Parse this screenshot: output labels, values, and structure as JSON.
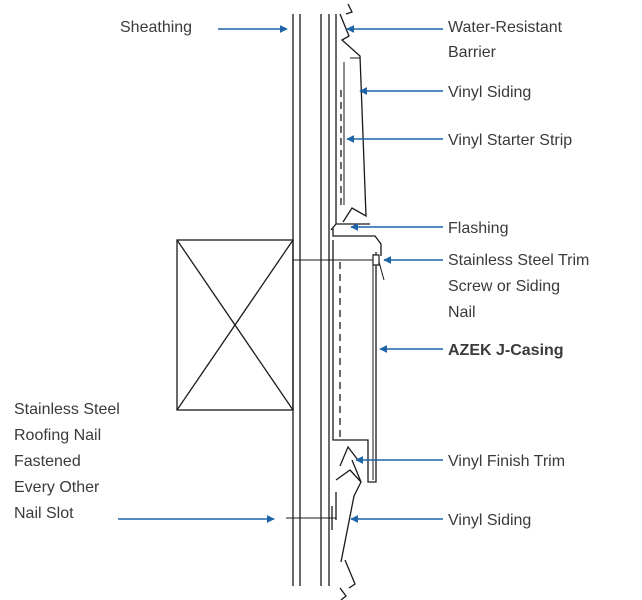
{
  "labels": {
    "sheathing": "Sheathing",
    "wrb": [
      "Water-Resistant",
      "Barrier"
    ],
    "vinyl_siding_top": "Vinyl Siding",
    "starter_strip": "Vinyl Starter Strip",
    "flashing": "Flashing",
    "trim_screw": [
      "Stainless Steel Trim",
      "Screw or Siding",
      "Nail"
    ],
    "j_casing": "AZEK J-Casing",
    "finish_trim": "Vinyl Finish Trim",
    "vinyl_siding_bottom": "Vinyl Siding",
    "roofing_nail": [
      "Stainless Steel",
      "Roofing Nail",
      "Fastened",
      "Every Other",
      "Nail Slot"
    ]
  },
  "colors": {
    "leader": "#1f63a8",
    "line": "#1a1a1a",
    "text": "#3a3a3a"
  }
}
